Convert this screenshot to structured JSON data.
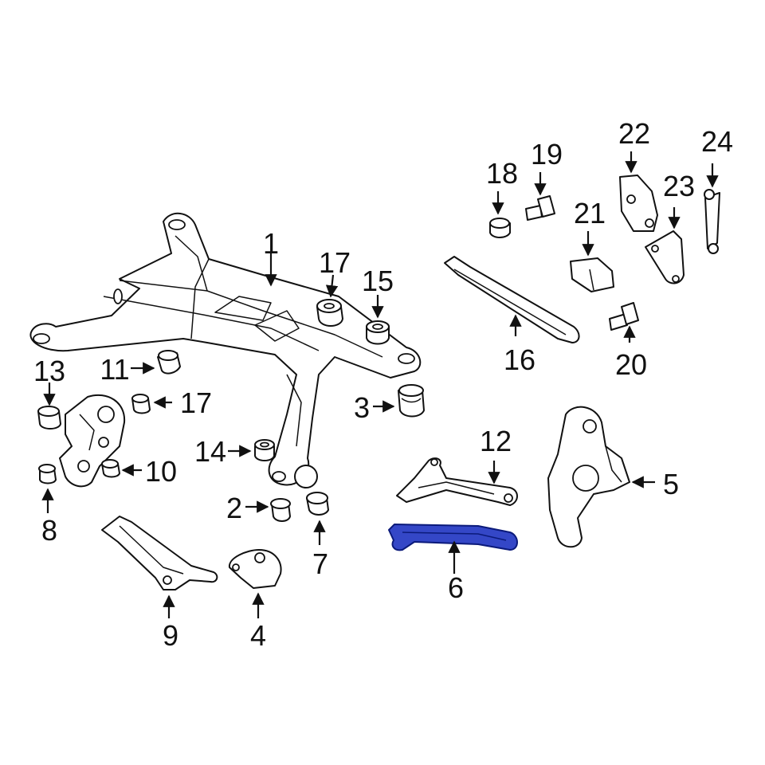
{
  "diagram": {
    "highlight_part": "6",
    "highlight_color": "#3447c7",
    "line_color": "#111111",
    "callouts": [
      "1",
      "2",
      "3",
      "4",
      "5",
      "6",
      "7",
      "8",
      "9",
      "10",
      "11",
      "12",
      "13",
      "14",
      "15",
      "16",
      "17",
      "17",
      "18",
      "19",
      "20",
      "21",
      "22",
      "23",
      "24"
    ]
  }
}
